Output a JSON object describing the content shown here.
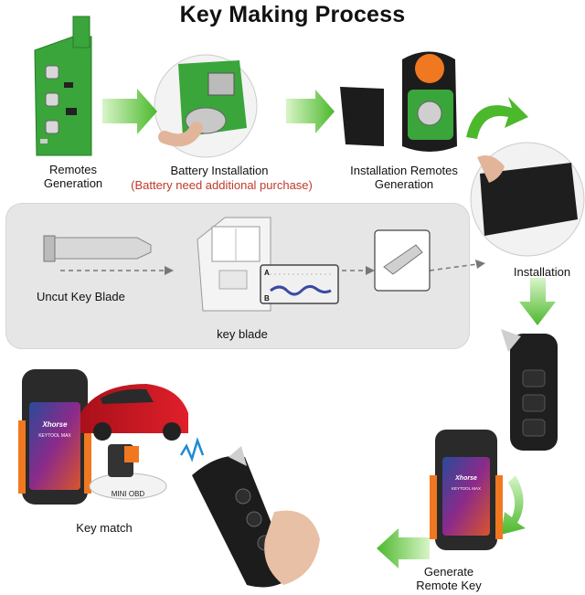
{
  "title": "Key Making Process",
  "steps": {
    "remotes_generation": "Remotes\nGeneration",
    "battery_installation": "Battery Installation",
    "battery_note": "(Battery need additional purchase)",
    "installation_remotes_generation": "Installation Remotes\nGeneration",
    "installation": "Installation",
    "uncut_key_blade": "Uncut Key  Blade",
    "key_blade": "key blade",
    "key_match": "Key match",
    "generate_remote_key": "Generate\nRemote Key"
  },
  "device": {
    "brand": "Xhorse",
    "screen_text": "KEYTOOL MAX",
    "adapter_label": "MINI OBD"
  },
  "machine_display": {
    "row_a": "A",
    "row_b": "B"
  },
  "colors": {
    "arrow_green": "#5fc23a",
    "pcb_green": "#3aa53a",
    "note_red": "#c0392b",
    "panel_gray": "#e6e6e6",
    "device_orange": "#f07820"
  }
}
